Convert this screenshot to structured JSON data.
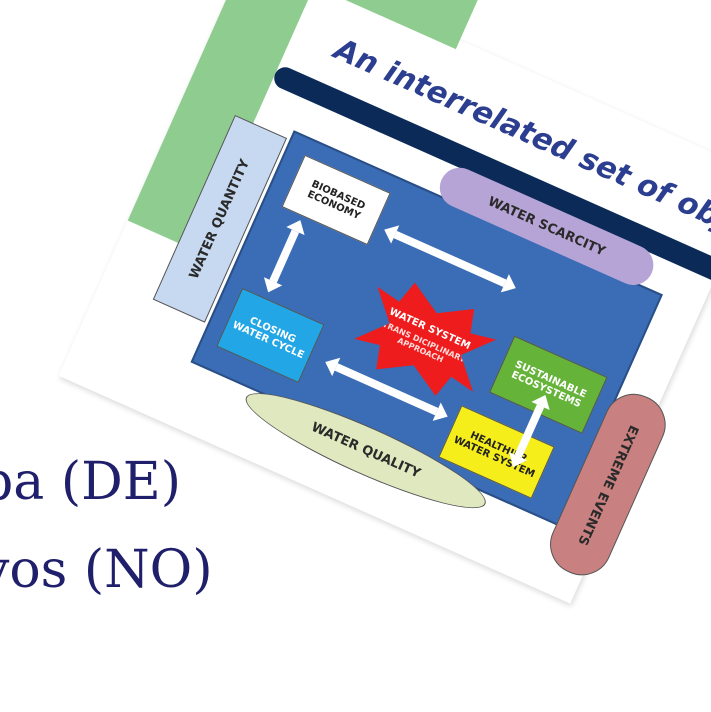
{
  "background_text": {
    "line1": "pa (DE)",
    "line2": "vos (NO)"
  },
  "slide": {
    "title": "An interrelated set of objectives",
    "labels": {
      "water_scarcity": "WATER SCARCITY",
      "water_quantity": "WATER QUANTITY",
      "water_quality": "WATER QUALITY",
      "extreme_events": "EXTREME EVENTS"
    },
    "boxes": {
      "biobased": "BIOBASED ECONOMY",
      "sustainable": "SUSTAINABLE ECOSYSTEMS",
      "closing": "CLOSING WATER CYCLE",
      "healthier": "HEALTHIER WATER SYSTEM"
    },
    "center": {
      "title": "WATER SYSTEM",
      "subtitle": "TRANS DICIPLINARY APPROACH"
    },
    "colors": {
      "green_bar": "#8fcc8f",
      "navy_bar": "#0b2a57",
      "diagram_bg": "#3a6db5",
      "center_red": "#ee1c1c",
      "sustainable_green": "#66b33a",
      "closing_blue": "#23a6e6",
      "healthier_yellow": "#f5ee1a"
    }
  }
}
